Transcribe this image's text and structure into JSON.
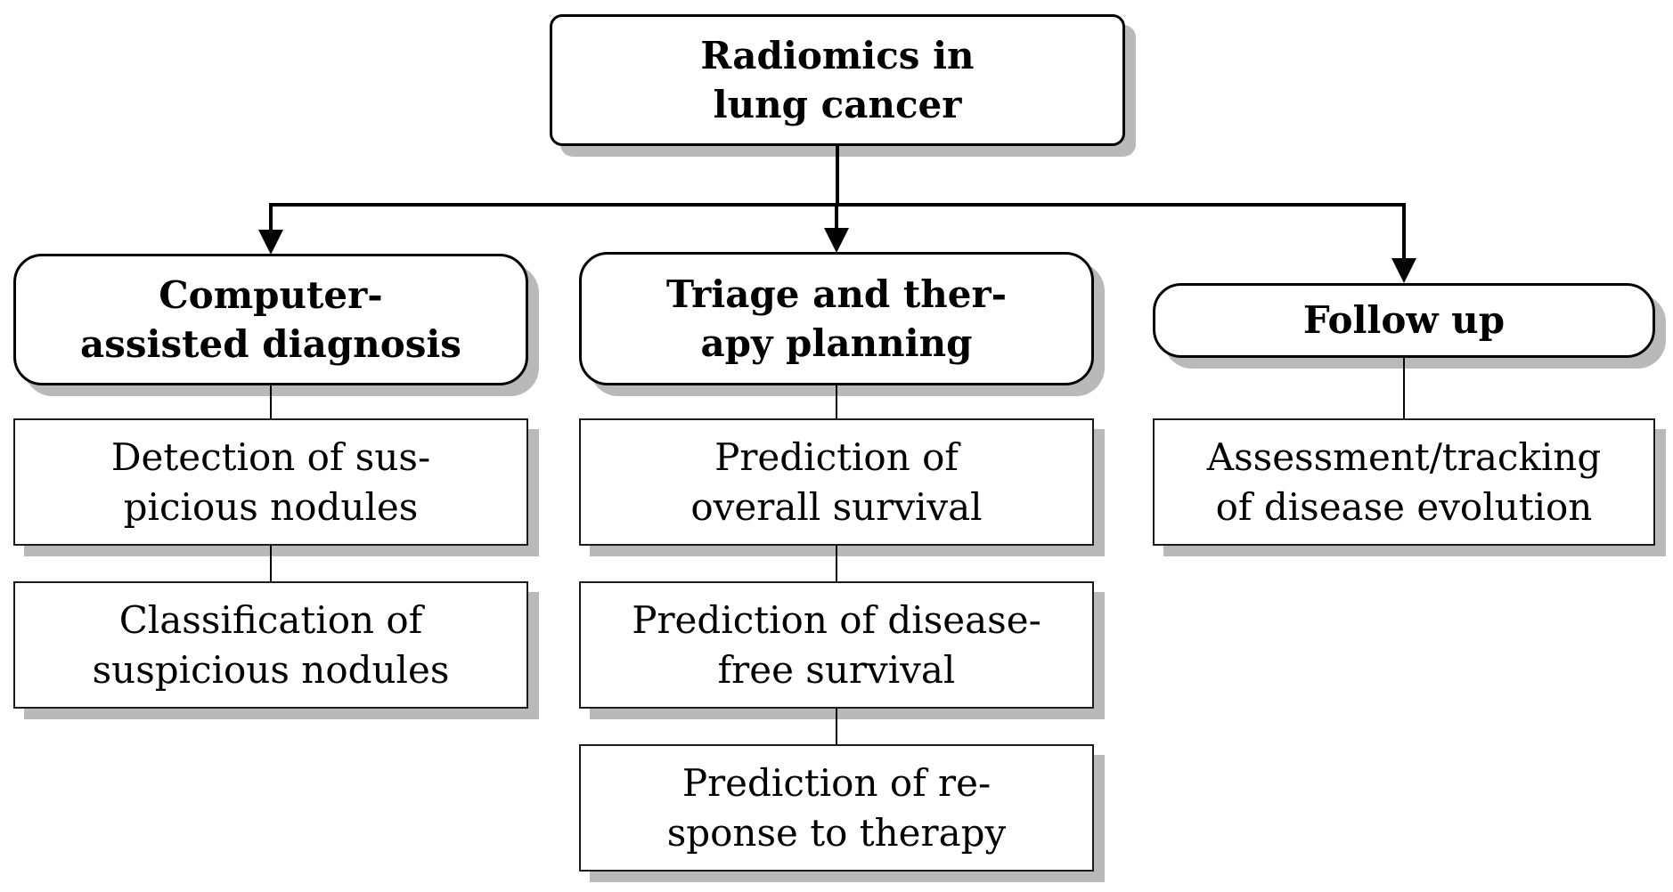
{
  "diagram": {
    "title": "Radiomics in lung cancer flowchart",
    "root": {
      "label": "Radiomics in\nlung cancer"
    },
    "branches": [
      {
        "label": "Computer-\nassisted diagnosis",
        "children": [
          {
            "label": "Detection of sus-\npicious nodules"
          },
          {
            "label": "Classification of\nsuspicious nodules"
          }
        ]
      },
      {
        "label": "Triage and ther-\napy planning",
        "children": [
          {
            "label": "Prediction of\noverall survival"
          },
          {
            "label": "Prediction of disease-\nfree survival"
          },
          {
            "label": "Prediction of re-\nsponse to therapy"
          }
        ]
      },
      {
        "label": "Follow up",
        "children": [
          {
            "label": "Assessment/tracking\nof disease evolution"
          }
        ]
      }
    ],
    "colors": {
      "box_fill": "#ffffff",
      "border": "#000000",
      "shadow": "#b9b9b9",
      "line": "#000000",
      "text": "#000000"
    }
  }
}
